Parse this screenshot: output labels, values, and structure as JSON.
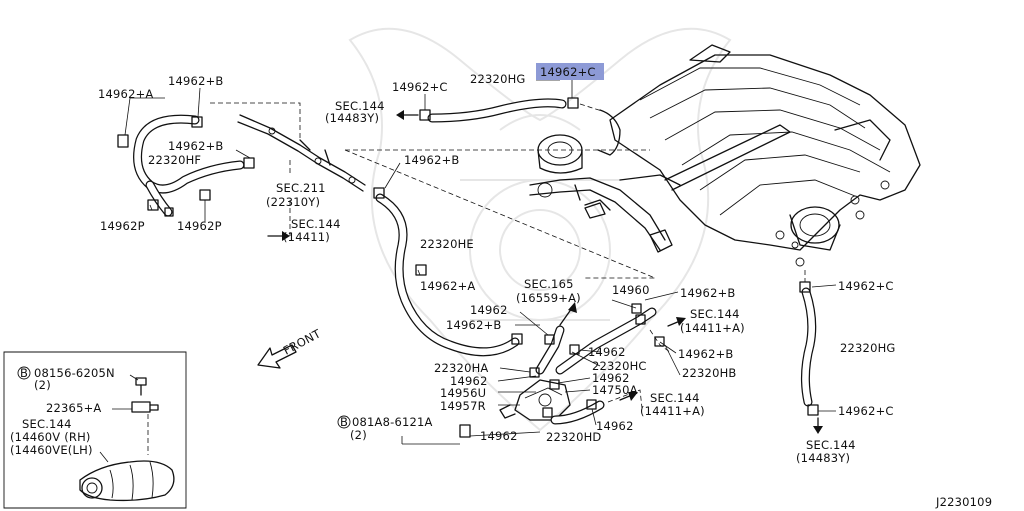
{
  "diagram": {
    "id_code": "J2230109",
    "front_label": "FRONT",
    "highlighted_label": "14962+C",
    "labels": {
      "c_top_left": "14962+C",
      "hg_top": "22320HG",
      "sec144_top": "SEC.144",
      "sec144_top_sub": "(14483Y)",
      "a_left": "14962+A",
      "b_top_left": "14962+B",
      "b_mid_left": "14962+B",
      "hf": "22320HF",
      "p_left": "14962P",
      "p_right": "14962P",
      "sec211": "SEC.211",
      "sec211_sub": "(22310Y)",
      "sec144_mid": "SEC.144",
      "sec144_mid_sub": "(14411)",
      "b_center": "14962+B",
      "he": "22320HE",
      "a_center": "14962+A",
      "sec165": "SEC.165",
      "sec165_sub": "(16559+A)",
      "p14962_center": "14962",
      "b_center2": "14962+B",
      "p14960": "14960",
      "b_right1": "14962+B",
      "sec144_right": "SEC.144",
      "sec144_right_sub": "(14411+A)",
      "b_right2": "14962+B",
      "hb": "22320HB",
      "ha": "22320HA",
      "p14962_a": "14962",
      "hc": "22320HC",
      "p14962_b": "14962",
      "p14962_c": "14962",
      "p14956u": "14956U",
      "p14750a": "14750A",
      "p14957r": "14957R",
      "sec144_low": "SEC.144",
      "sec144_low_sub": "(14411+A)",
      "bolt_b": "081A8-6121A",
      "bolt_b_qty": "(2)",
      "p14962_d": "14962",
      "p14962_e": "14962",
      "hd": "22320HD",
      "c_right_top": "14962+C",
      "hg_right": "22320HG",
      "c_right_bottom": "14962+C",
      "sec144_bottom": "SEC.144",
      "sec144_bottom_sub": "(14483Y)"
    },
    "inset": {
      "bolt_code": "08156-6205N",
      "bolt_qty": "(2)",
      "sensor": "22365+A",
      "sec": "SEC.144",
      "rh": "(14460V (RH)",
      "lh": "(14460VE(LH)"
    }
  }
}
